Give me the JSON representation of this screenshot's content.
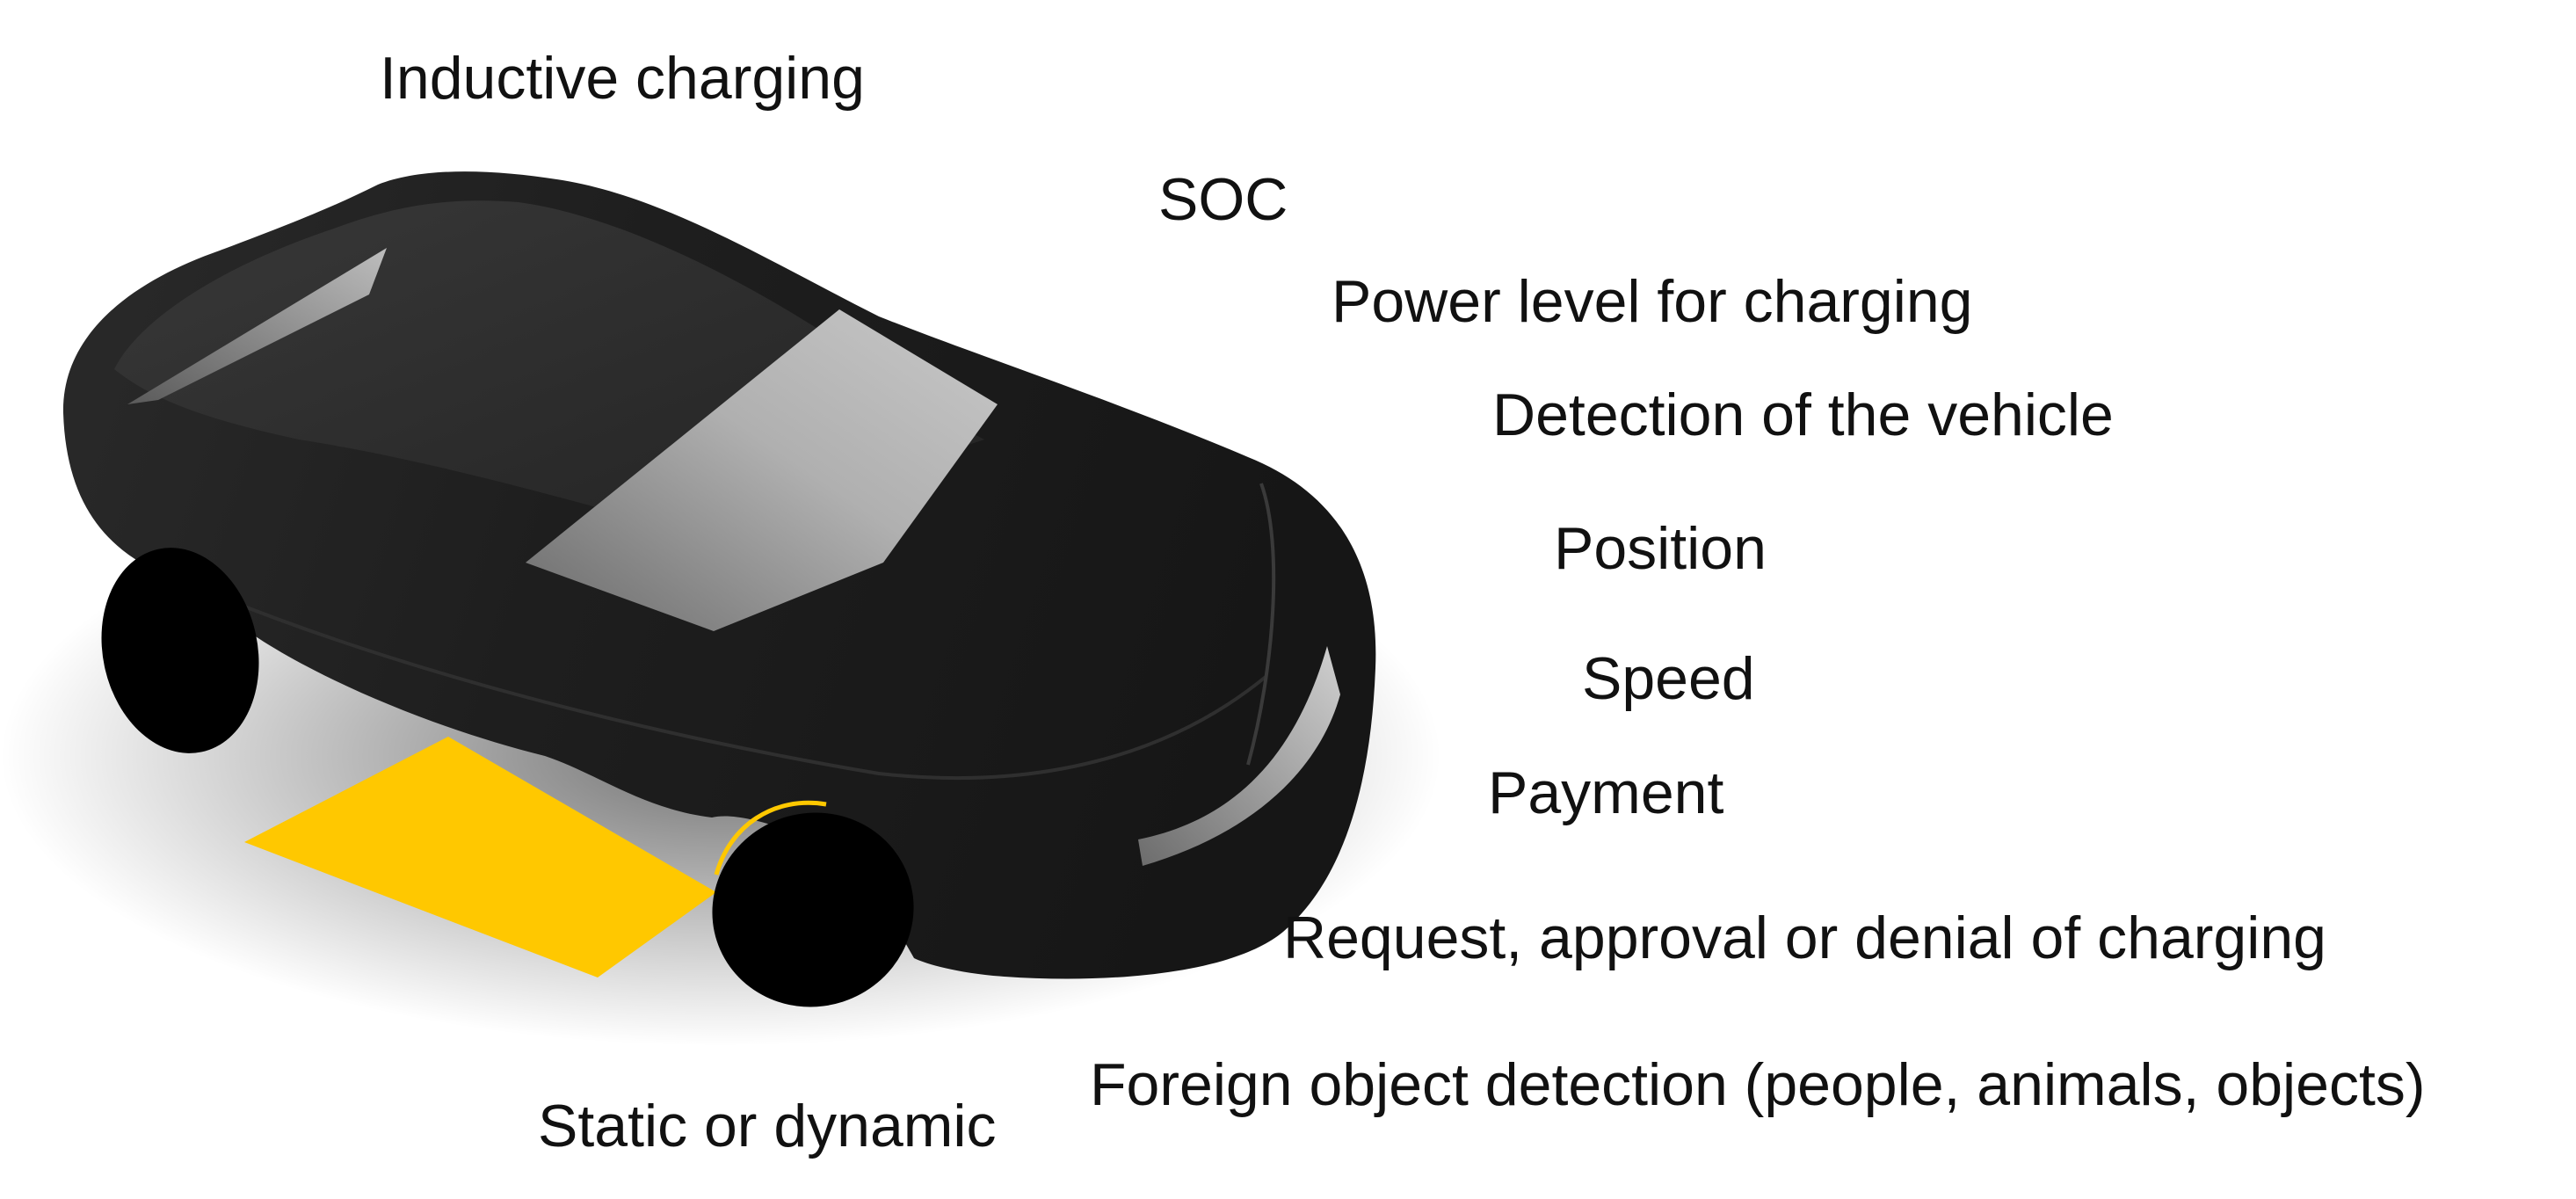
{
  "labels": {
    "inductive_charging": "Inductive charging",
    "soc": "SOC",
    "power_level": "Power level for charging",
    "detection": "Detection of the vehicle",
    "position": "Position",
    "speed": "Speed",
    "payment": "Payment",
    "request": "Request, approval or denial of charging",
    "foreign_object": "Foreign object detection (people, animals, objects)",
    "static_dynamic": "Static or dynamic"
  },
  "colors": {
    "car_body": "#1f1f1f",
    "charging_pad": "#ffc800",
    "windows": "#9a9a9a",
    "text": "#111111"
  },
  "icons": {
    "vehicle": "car-icon",
    "pad": "charging-pad-icon"
  }
}
